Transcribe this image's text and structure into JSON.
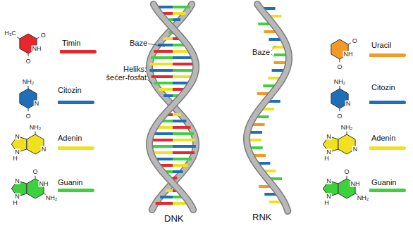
{
  "diagram": {
    "labels": [
      "Baze",
      "Heliks: šećer-fosfat",
      "Baze",
      "DNK",
      "RNK",
      "H₃C",
      "O",
      "NH",
      "O",
      "NH₂",
      "N",
      "O",
      "NH₂",
      "N",
      "N",
      "N",
      "H",
      "O",
      "NH",
      "NH₂",
      "N",
      "H",
      "N",
      "O",
      "NH",
      "O",
      "NH₂",
      "N",
      "O",
      "NH₂",
      "N",
      "N",
      "N",
      "H",
      "O",
      "NH",
      "NH₂",
      "N",
      "H",
      "N"
    ],
    "legend": [
      {
        "text": "Timin",
        "color": "#e8262b"
      },
      {
        "text": "Citozin",
        "color": "#1f6fb8"
      },
      {
        "text": "Adenin",
        "color": "#f0e020"
      },
      {
        "text": "Guanin",
        "color": "#3dd23d"
      },
      {
        "text": "Uracil",
        "color": "#f39a26"
      },
      {
        "text": "Citozin",
        "color": "#1f6fb8"
      },
      {
        "text": "Adenin",
        "color": "#f0e020"
      },
      {
        "text": "Guanin",
        "color": "#3dd23d"
      }
    ]
  }
}
